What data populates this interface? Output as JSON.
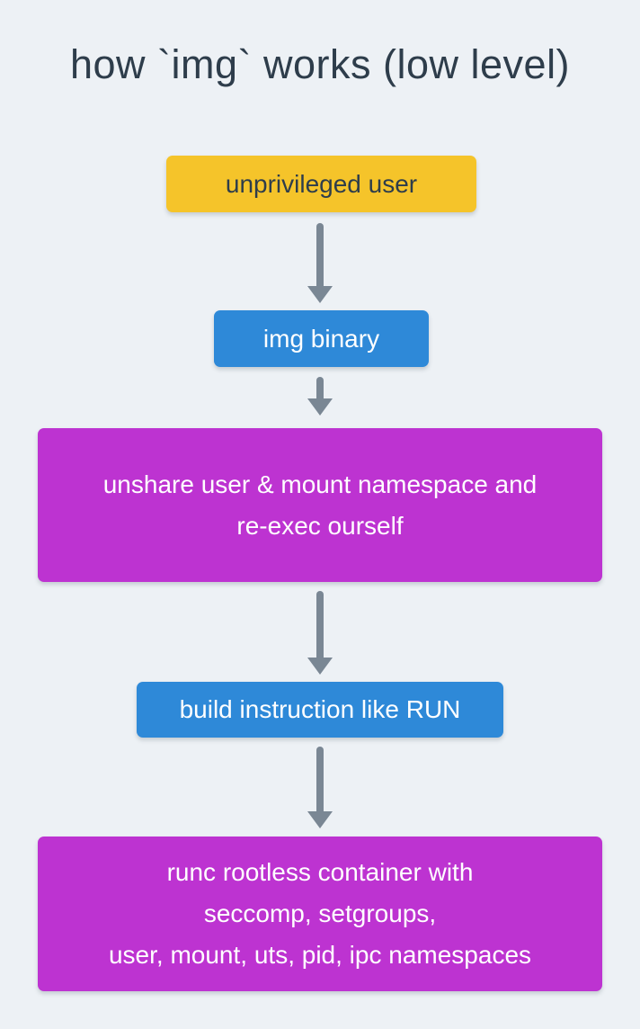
{
  "title": "how `img` works (low level)",
  "colors": {
    "background": "#edf1f5",
    "node_yellow": "#f5c42a",
    "node_blue": "#2e89d8",
    "node_magenta": "#bd33d1",
    "arrow_gray": "#7a8794",
    "dark_text": "#2e3d4b",
    "light_text": "#ffffff"
  },
  "nodes": {
    "unprivileged_user": {
      "label": "unprivileged user"
    },
    "img_binary": {
      "label": "img binary"
    },
    "unshare": {
      "lines": [
        "unshare user & mount namespace and",
        "re-exec ourself"
      ]
    },
    "build_instruction": {
      "label": "build instruction like RUN"
    },
    "runc": {
      "lines": [
        "runc rootless container with",
        "seccomp, setgroups,",
        "user, mount, uts, pid, ipc namespaces"
      ]
    }
  }
}
